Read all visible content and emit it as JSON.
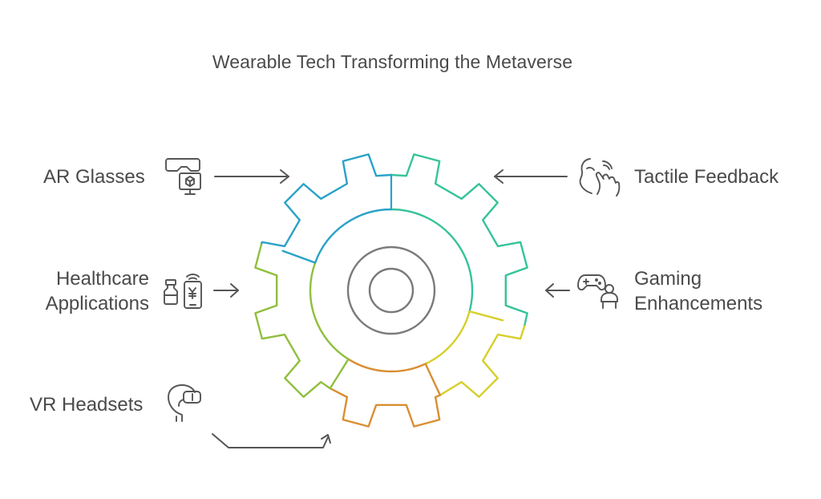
{
  "title": "Wearable Tech Transforming the Metaverse",
  "items": [
    {
      "label": "AR Glasses",
      "icon": "ar-glasses-icon"
    },
    {
      "label": "Tactile Feedback",
      "icon": "tactile-hand-icon"
    },
    {
      "label_lines": [
        "Healthcare",
        "Applications"
      ],
      "icon": "healthcare-phone-icon"
    },
    {
      "label_lines": [
        "Gaming",
        "Enhancements"
      ],
      "icon": "gamepad-person-icon"
    },
    {
      "label": "VR Headsets",
      "icon": "vr-headset-icon"
    }
  ],
  "colors": {
    "text": "#4a4a4a",
    "icon_stroke": "#555555",
    "gear_blue": "#2aa2c7",
    "gear_teal": "#35c39a",
    "gear_yellow": "#d6cf2a",
    "gear_orange": "#d98e32",
    "gear_olive": "#8fbf3c",
    "hub_gray": "#7a7a7a"
  }
}
